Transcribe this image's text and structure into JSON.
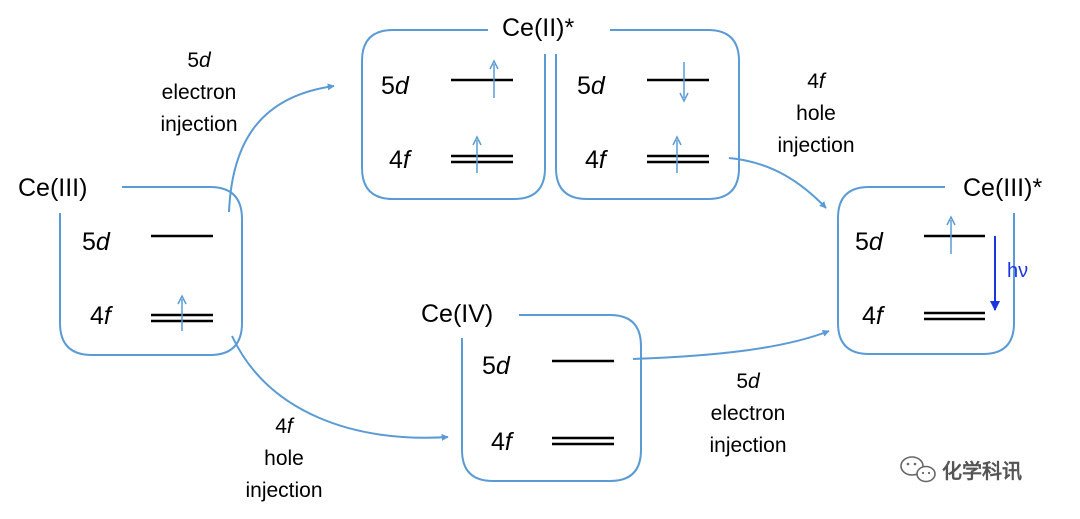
{
  "states": {
    "ce3": {
      "label": "Ce(III)",
      "level_5d": {
        "num": "5",
        "orb": "d"
      },
      "level_4f": {
        "num": "4",
        "orb": "f"
      }
    },
    "ce2_star": {
      "label": "Ce(II)*",
      "left": {
        "level_5d": {
          "num": "5",
          "orb": "d"
        },
        "level_4f": {
          "num": "4",
          "orb": "f"
        }
      },
      "right": {
        "level_5d": {
          "num": "5",
          "orb": "d"
        },
        "level_4f": {
          "num": "4",
          "orb": "f"
        }
      }
    },
    "ce4": {
      "label": "Ce(IV)",
      "level_5d": {
        "num": "5",
        "orb": "d"
      },
      "level_4f": {
        "num": "4",
        "orb": "f"
      }
    },
    "ce3_star": {
      "label": "Ce(III)*",
      "level_5d": {
        "num": "5",
        "orb": "d"
      },
      "level_4f": {
        "num": "4",
        "orb": "f"
      },
      "emission_label": "hν"
    }
  },
  "processes": {
    "ce3_to_ce2": {
      "line1_num": "5",
      "line1_orb": "d",
      "line2": "electron",
      "line3": "injection"
    },
    "ce3_to_ce4": {
      "line1_num": "4",
      "line1_orb": "f",
      "line2": "hole",
      "line3": "injection"
    },
    "ce2_to_ce3star": {
      "line1_num": "4",
      "line1_orb": "f",
      "line2": "hole",
      "line3": "injection"
    },
    "ce4_to_ce3star": {
      "line1_num": "5",
      "line1_orb": "d",
      "line2": "electron",
      "line3": "injection"
    }
  },
  "watermark": {
    "text": "化学科讯",
    "icon": "wechat-icon"
  },
  "colors": {
    "box_outline": "#5b9bd5",
    "process_arrow": "#5b9bd5",
    "spin_arrow": "#5b9bd5",
    "emission_arrow": "#1a35e0",
    "emission_text": "#1a35e0",
    "level_line": "#000000",
    "watermark": "#555555"
  }
}
